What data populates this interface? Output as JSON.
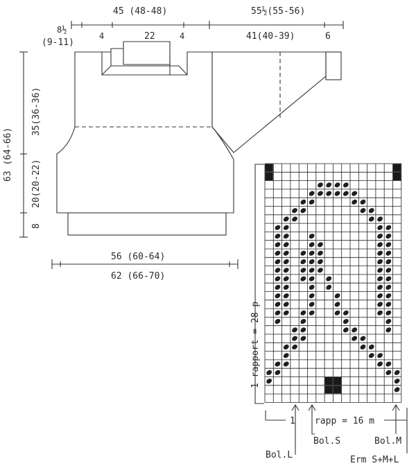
{
  "top_dims": {
    "left_label": "45 (48-48)",
    "right_label": "55½(55-56)",
    "shoulder_label": "8½",
    "shoulder_label2": "(9-11)",
    "neck_side_left": "4",
    "neck_width": "22",
    "neck_side_right": "4",
    "sleeve_length": "41(40-39)",
    "sleeve_cuff": "6"
  },
  "side_dims": {
    "total_height": "63 (64-66)",
    "yoke_height": "35(36-36)",
    "body_height": "20(20-22)",
    "rib_height": "8"
  },
  "bottom_dims": {
    "width_upper": "56 (60-64)",
    "width_lower": "62 (66-70)"
  },
  "chart": {
    "repeat_height": "1 rapport = 28 p",
    "repeat_width_prefix": "1",
    "repeat_width": "rapp = 16 m",
    "marker_left": "Bol.L",
    "marker_small": "Bol.S",
    "marker_medium": "Bol.M",
    "marker_sleeve": "Erm S+M+L",
    "columns": 16,
    "rows": 28,
    "black_cells": [
      [
        0,
        0
      ],
      [
        1,
        0
      ],
      [
        0,
        15
      ],
      [
        1,
        15
      ],
      [
        25,
        7
      ],
      [
        25,
        8
      ],
      [
        26,
        7
      ],
      [
        26,
        8
      ]
    ],
    "motif_cells": [
      [
        2,
        6
      ],
      [
        2,
        7
      ],
      [
        2,
        8
      ],
      [
        2,
        9
      ],
      [
        3,
        5
      ],
      [
        3,
        6
      ],
      [
        3,
        7
      ],
      [
        3,
        8
      ],
      [
        3,
        9
      ],
      [
        3,
        10
      ],
      [
        4,
        4
      ],
      [
        4,
        5
      ],
      [
        4,
        10
      ],
      [
        4,
        11
      ],
      [
        5,
        3
      ],
      [
        5,
        4
      ],
      [
        5,
        11
      ],
      [
        5,
        12
      ],
      [
        6,
        2
      ],
      [
        6,
        3
      ],
      [
        6,
        12
      ],
      [
        6,
        13
      ],
      [
        7,
        1
      ],
      [
        7,
        2
      ],
      [
        7,
        13
      ],
      [
        7,
        14
      ],
      [
        8,
        1
      ],
      [
        8,
        2
      ],
      [
        8,
        5
      ],
      [
        8,
        13
      ],
      [
        8,
        14
      ],
      [
        9,
        1
      ],
      [
        9,
        2
      ],
      [
        9,
        5
      ],
      [
        9,
        6
      ],
      [
        9,
        13
      ],
      [
        9,
        14
      ],
      [
        10,
        1
      ],
      [
        10,
        2
      ],
      [
        10,
        4
      ],
      [
        10,
        5
      ],
      [
        10,
        6
      ],
      [
        10,
        13
      ],
      [
        10,
        14
      ],
      [
        11,
        1
      ],
      [
        11,
        2
      ],
      [
        11,
        4
      ],
      [
        11,
        5
      ],
      [
        11,
        6
      ],
      [
        11,
        13
      ],
      [
        11,
        14
      ],
      [
        12,
        1
      ],
      [
        12,
        2
      ],
      [
        12,
        4
      ],
      [
        12,
        5
      ],
      [
        12,
        6
      ],
      [
        12,
        13
      ],
      [
        12,
        14
      ],
      [
        13,
        1
      ],
      [
        13,
        2
      ],
      [
        13,
        4
      ],
      [
        13,
        5
      ],
      [
        13,
        7
      ],
      [
        13,
        13
      ],
      [
        13,
        14
      ],
      [
        14,
        1
      ],
      [
        14,
        2
      ],
      [
        14,
        5
      ],
      [
        14,
        7
      ],
      [
        14,
        13
      ],
      [
        14,
        14
      ],
      [
        15,
        1
      ],
      [
        15,
        2
      ],
      [
        15,
        5
      ],
      [
        15,
        8
      ],
      [
        15,
        13
      ],
      [
        15,
        14
      ],
      [
        16,
        1
      ],
      [
        16,
        2
      ],
      [
        16,
        5
      ],
      [
        16,
        8
      ],
      [
        16,
        13
      ],
      [
        16,
        14
      ],
      [
        17,
        1
      ],
      [
        17,
        2
      ],
      [
        17,
        4
      ],
      [
        17,
        5
      ],
      [
        17,
        8
      ],
      [
        17,
        9
      ],
      [
        17,
        13
      ],
      [
        17,
        14
      ],
      [
        18,
        1
      ],
      [
        18,
        4
      ],
      [
        18,
        9
      ],
      [
        18,
        14
      ],
      [
        19,
        3
      ],
      [
        19,
        4
      ],
      [
        19,
        9
      ],
      [
        19,
        10
      ],
      [
        19,
        14
      ],
      [
        20,
        3
      ],
      [
        20,
        4
      ],
      [
        20,
        10
      ],
      [
        20,
        11
      ],
      [
        21,
        2
      ],
      [
        21,
        3
      ],
      [
        21,
        11
      ],
      [
        21,
        12
      ],
      [
        22,
        2
      ],
      [
        22,
        12
      ],
      [
        22,
        13
      ],
      [
        23,
        1
      ],
      [
        23,
        2
      ],
      [
        23,
        13
      ],
      [
        23,
        14
      ],
      [
        24,
        0
      ],
      [
        24,
        1
      ],
      [
        24,
        14
      ],
      [
        24,
        15
      ],
      [
        25,
        0
      ],
      [
        25,
        15
      ],
      [
        26,
        15
      ]
    ]
  }
}
